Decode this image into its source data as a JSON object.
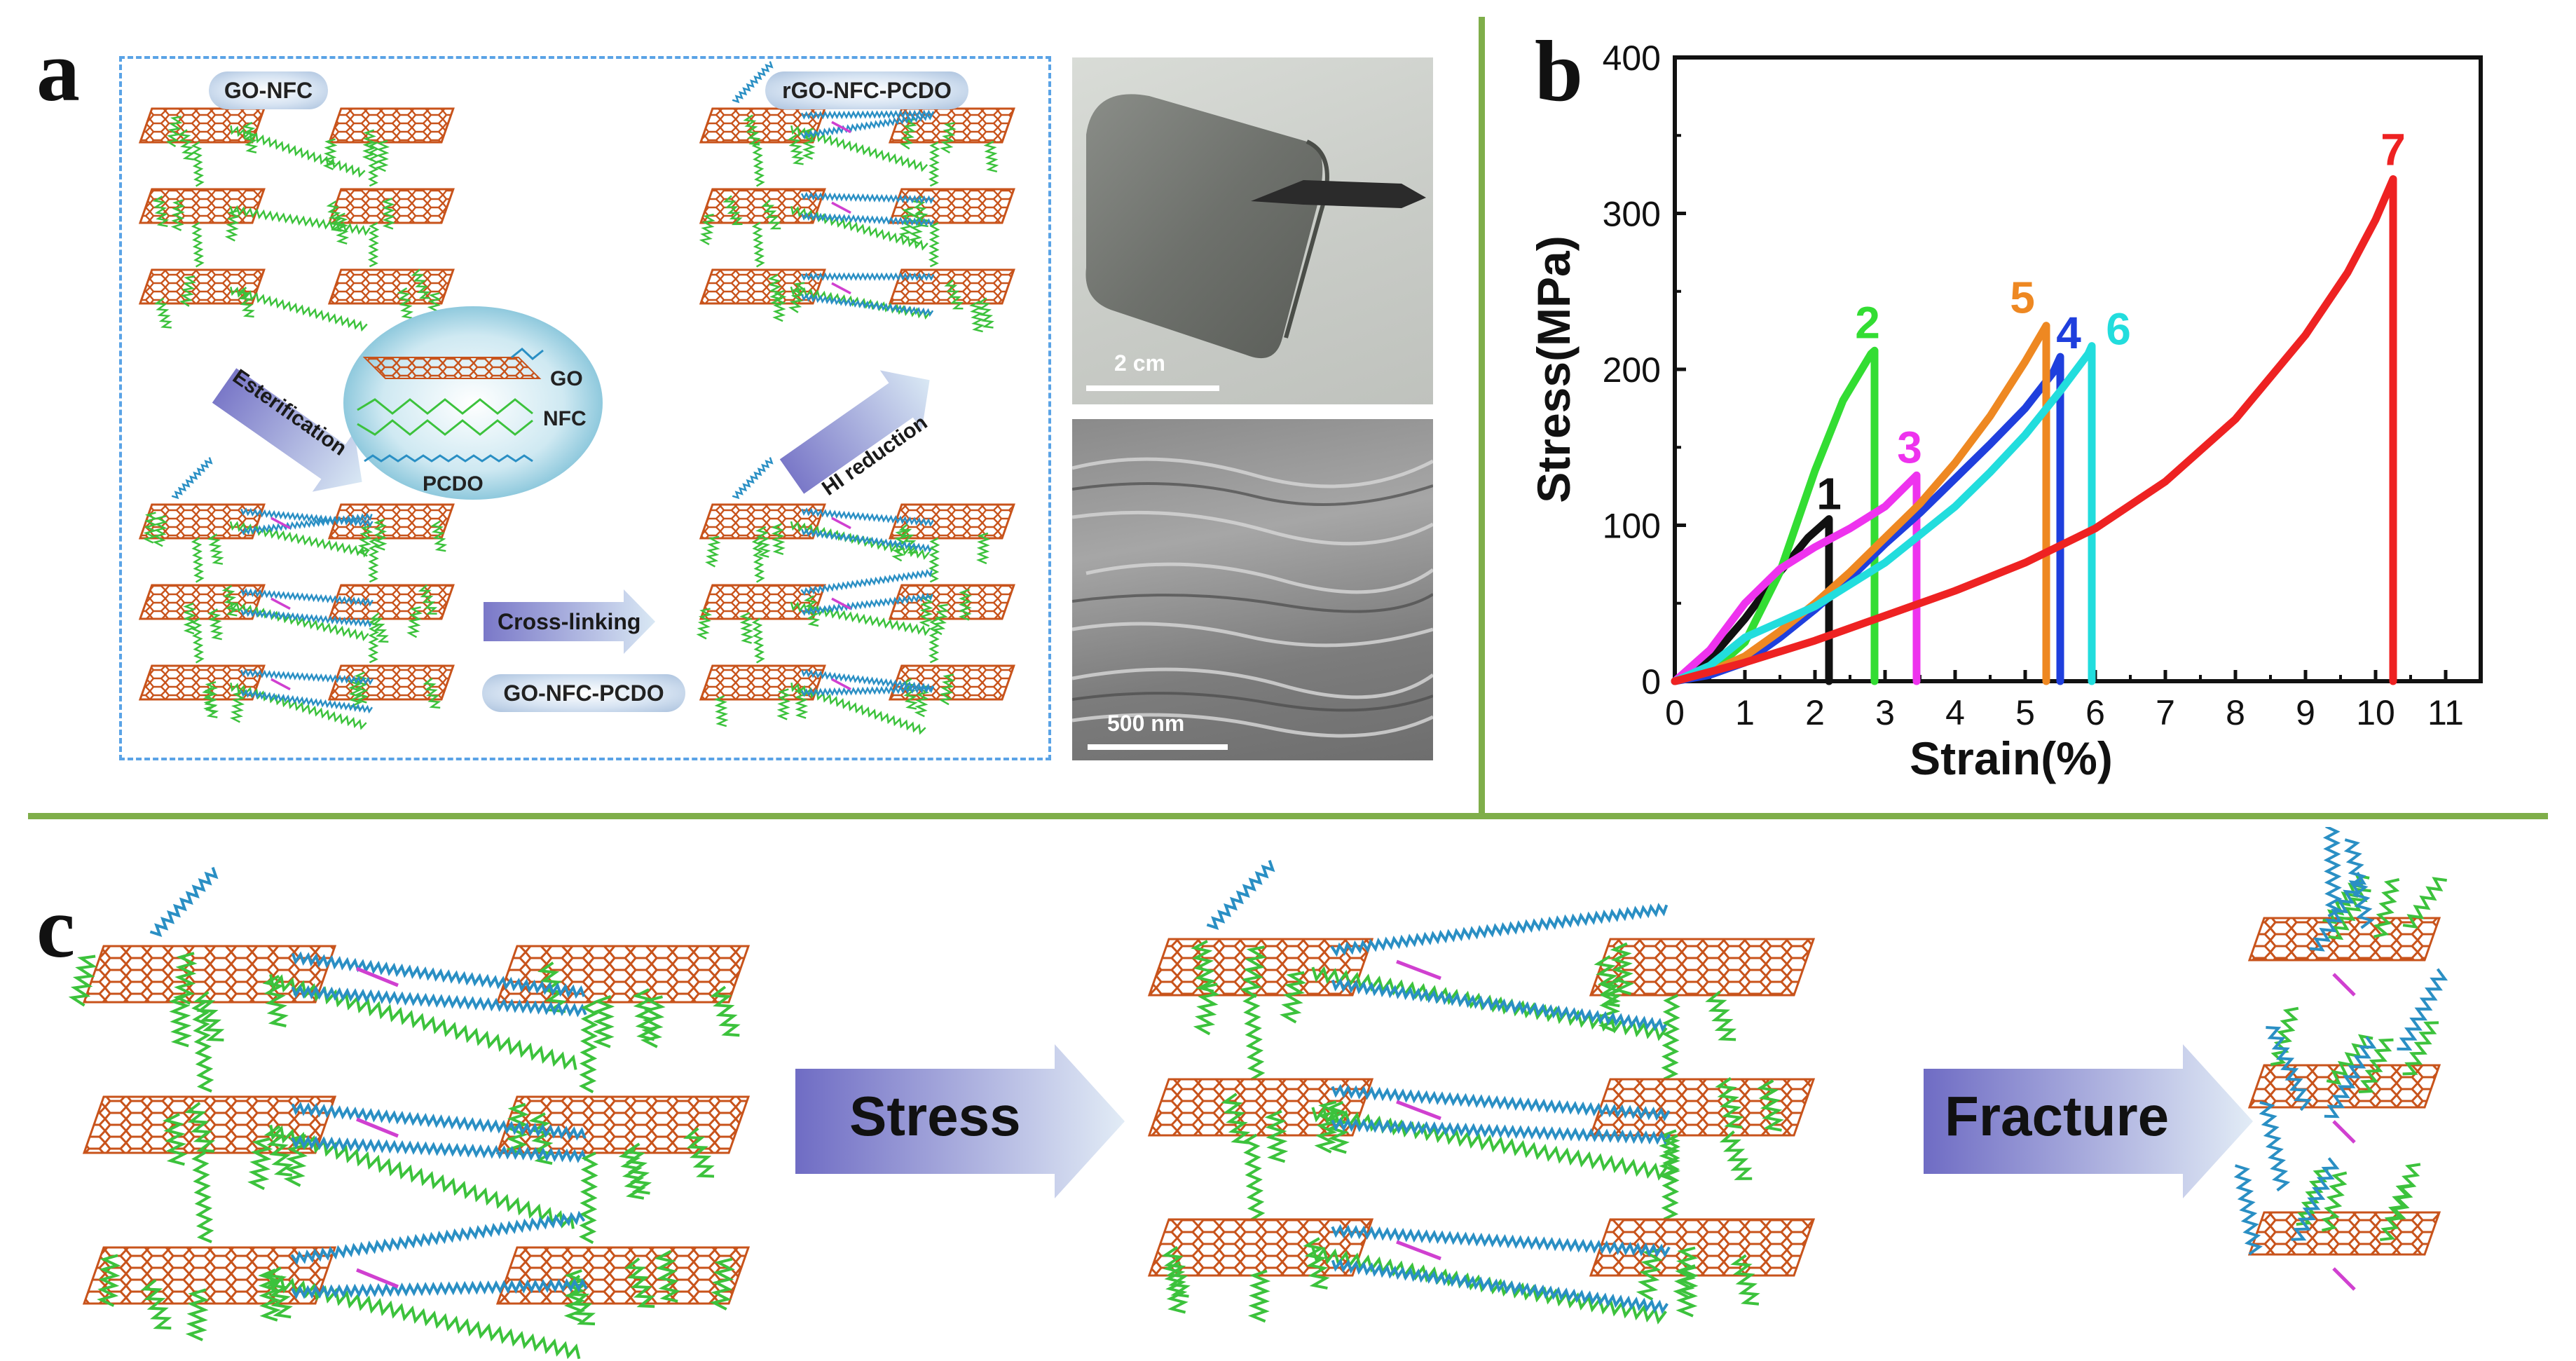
{
  "panels": {
    "a": "a",
    "b": "b",
    "c": "c"
  },
  "panel_a": {
    "labels": {
      "go_nfc": "GO-NFC",
      "rgo_nfc_pcdo": "rGO-NFC-PCDO",
      "go_nfc_pcdo": "GO-NFC-PCDO"
    },
    "steps": {
      "esterification": "Esterification",
      "cross_linking": "Cross-linking",
      "hi_reduction": "HI reduction"
    },
    "legend": {
      "go": "GO",
      "nfc": "NFC",
      "pcdo": "PCDO"
    },
    "photo_scale": "2 cm",
    "sem_scale": "500 nm"
  },
  "panel_c": {
    "stress_label": "Stress",
    "fracture_label": "Fracture"
  },
  "colors": {
    "divider": "#7fae4a",
    "graphene": "#c8531b",
    "nfc": "#3cc23c",
    "pcdo": "#2a8fc4",
    "pcdo_link": "#d040d0",
    "dash": "#5aa3e6"
  },
  "chart_data": {
    "type": "line",
    "xlabel": "Strain(%)",
    "ylabel": "Stress(MPa)",
    "xlim": [
      0,
      11.5
    ],
    "ylim": [
      0,
      400
    ],
    "xticks": [
      "0",
      "1",
      "2",
      "3",
      "4",
      "5",
      "6",
      "7",
      "8",
      "9",
      "10",
      "11"
    ],
    "yticks": [
      "0",
      "100",
      "200",
      "300",
      "400"
    ],
    "grid": false,
    "series": [
      {
        "name": "1",
        "color": "#111111",
        "x": [
          0,
          0.5,
          1.0,
          1.5,
          1.9,
          2.2,
          2.2
        ],
        "y": [
          0,
          14,
          40,
          70,
          92,
          104,
          0
        ]
      },
      {
        "name": "2",
        "color": "#33dd33",
        "x": [
          0,
          0.5,
          1.0,
          1.5,
          2.0,
          2.4,
          2.8,
          2.85,
          2.85
        ],
        "y": [
          0,
          5,
          25,
          70,
          135,
          180,
          210,
          212,
          0
        ]
      },
      {
        "name": "3",
        "color": "#ee33ee",
        "x": [
          0,
          0.5,
          1.0,
          1.5,
          2.0,
          2.5,
          3.0,
          3.45,
          3.45
        ],
        "y": [
          0,
          20,
          50,
          72,
          86,
          98,
          112,
          132,
          0
        ]
      },
      {
        "name": "4",
        "color": "#1f3fdd",
        "x": [
          0,
          0.5,
          1.0,
          1.5,
          2.0,
          2.5,
          3.0,
          3.5,
          4.0,
          4.5,
          5.0,
          5.4,
          5.5,
          5.5
        ],
        "y": [
          0,
          4,
          12,
          28,
          46,
          66,
          88,
          108,
          130,
          152,
          175,
          198,
          208,
          0
        ]
      },
      {
        "name": "5",
        "color": "#ee8822",
        "x": [
          0,
          0.5,
          1.0,
          1.5,
          2.0,
          2.5,
          3.0,
          3.5,
          4.0,
          4.5,
          5.0,
          5.3,
          5.3
        ],
        "y": [
          0,
          6,
          16,
          32,
          50,
          70,
          92,
          114,
          140,
          170,
          205,
          228,
          0
        ]
      },
      {
        "name": "6",
        "color": "#22dddd",
        "x": [
          0,
          0.5,
          1.0,
          1.5,
          2.0,
          2.5,
          3.0,
          3.5,
          4.0,
          4.5,
          5.0,
          5.5,
          5.9,
          5.95,
          5.95
        ],
        "y": [
          0,
          10,
          28,
          38,
          48,
          62,
          76,
          94,
          112,
          134,
          158,
          186,
          210,
          215,
          0
        ]
      },
      {
        "name": "7",
        "color": "#ee2222",
        "x": [
          0,
          1,
          2,
          3,
          4,
          5,
          6,
          7,
          8,
          9,
          9.6,
          10.0,
          10.25,
          10.25
        ],
        "y": [
          0,
          12,
          26,
          42,
          58,
          76,
          98,
          128,
          168,
          222,
          262,
          296,
          322,
          0
        ]
      }
    ]
  }
}
